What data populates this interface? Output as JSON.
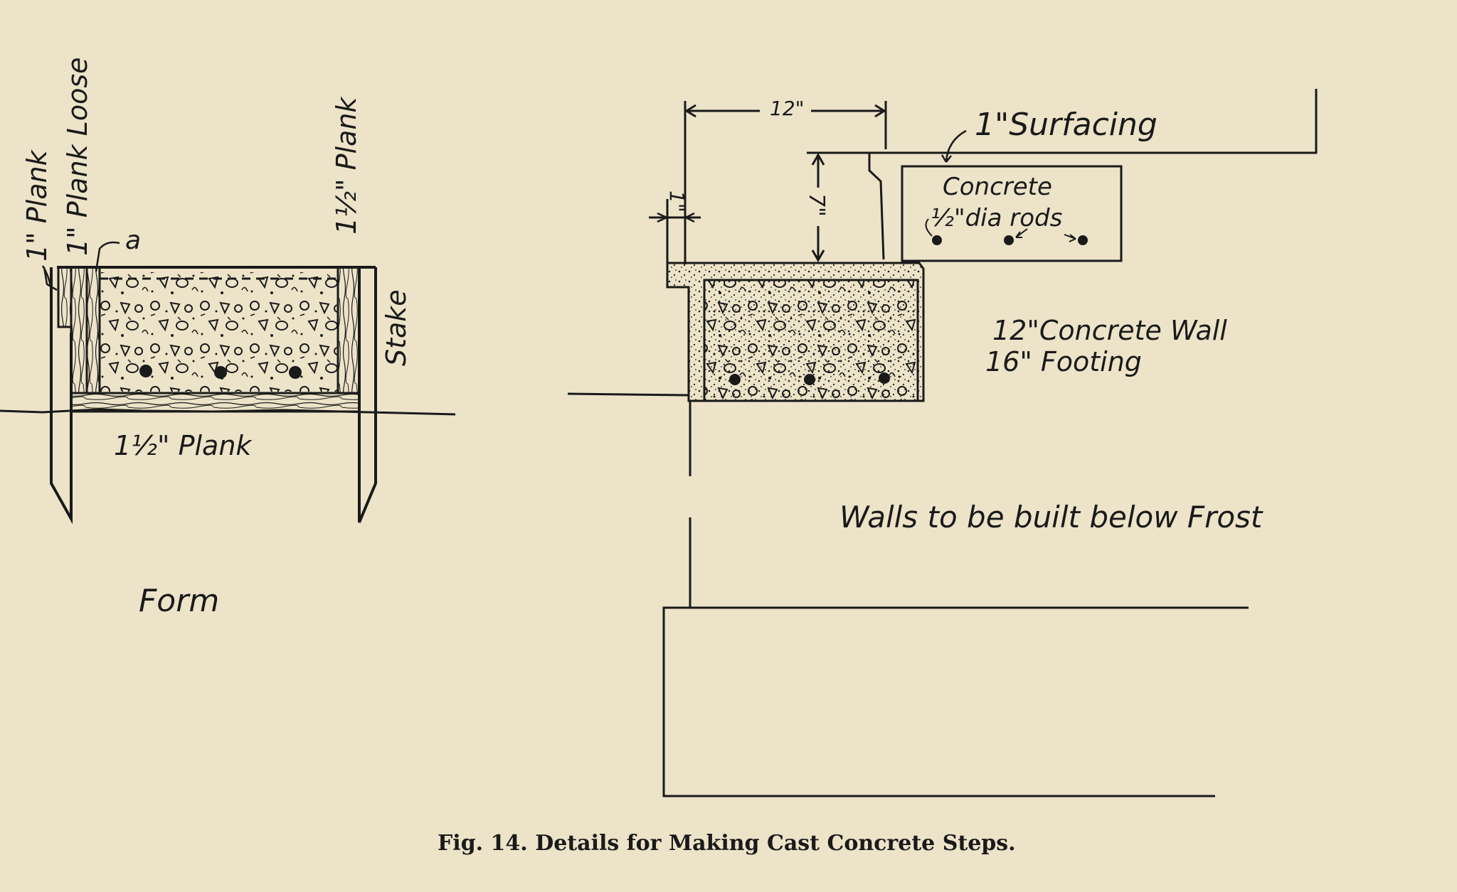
{
  "caption": "Fig. 14.   Details for Making Cast Concrete Steps.",
  "form": {
    "title": "Form",
    "label_1in_plank": "1\" Plank",
    "label_1in_plank_loose": "1\" Plank Loose",
    "label_a": "a",
    "label_1half_plank_vertical": "1½\" Plank",
    "label_stake": "Stake",
    "label_1half_plank_bottom": "1½\" Plank"
  },
  "section": {
    "dim_12": "12\"",
    "dim_7": "7\"",
    "dim_1": "1\"",
    "surfacing": "1\"Surfacing",
    "concrete": "Concrete",
    "rods": "½\"dia rods",
    "wall": "12\"Concrete Wall",
    "footing": "16\" Footing",
    "frost": "Walls to be built below Frost"
  },
  "colors": {
    "paper": "#ece3c9",
    "ink": "#1a1a1a"
  }
}
